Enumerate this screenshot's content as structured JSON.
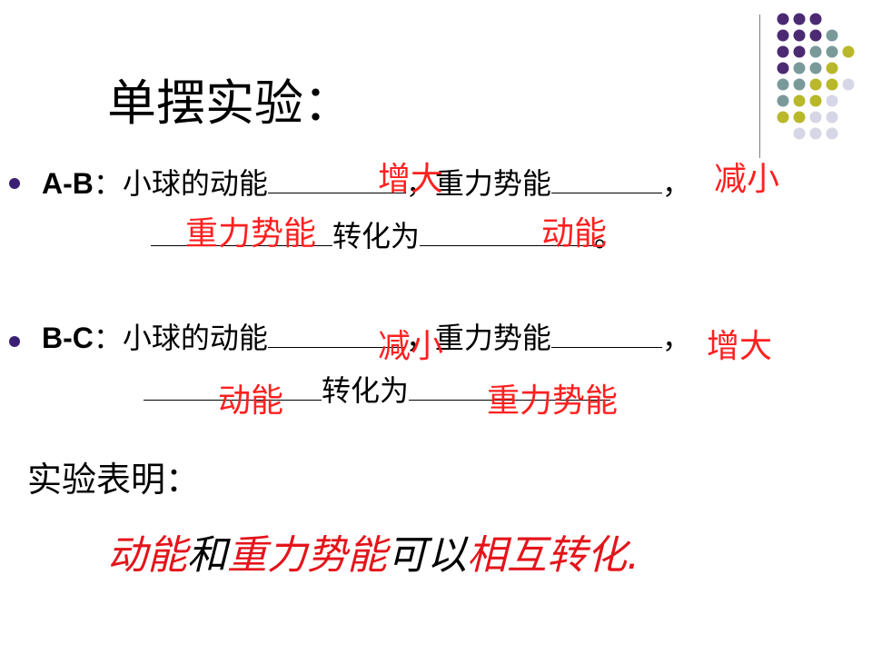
{
  "title": "单摆实验：",
  "ab": {
    "label": "A-B",
    "colon": "：",
    "line1_part1": "小球的动能",
    "line1_part2": "，重力势能",
    "line1_comma": "，",
    "line2_mid": "转化为",
    "line2_end": "。",
    "answers": [
      "增大",
      "减小",
      "重力势能",
      "动能"
    ]
  },
  "bc": {
    "label": "B-C",
    "colon": "：",
    "line1_part1": "小球的动能",
    "line1_part2": "，重力势能",
    "line1_comma": "，",
    "line2_mid": "转化为",
    "answers": [
      "减小",
      "增大",
      "动能",
      "重力势能"
    ]
  },
  "conclusion_label": "实验表明：",
  "conclusion": {
    "p1": "动能",
    "p2": "和",
    "p3": "重力势能",
    "p4": "可以",
    "p5": "相互转化",
    "p6": "."
  },
  "colors": {
    "answer": "#ff2020",
    "bullet": "#3a1f73",
    "dots": [
      "#4b2a73",
      "#7a9a9a",
      "#b8b82a",
      "#d6d6e6"
    ]
  }
}
